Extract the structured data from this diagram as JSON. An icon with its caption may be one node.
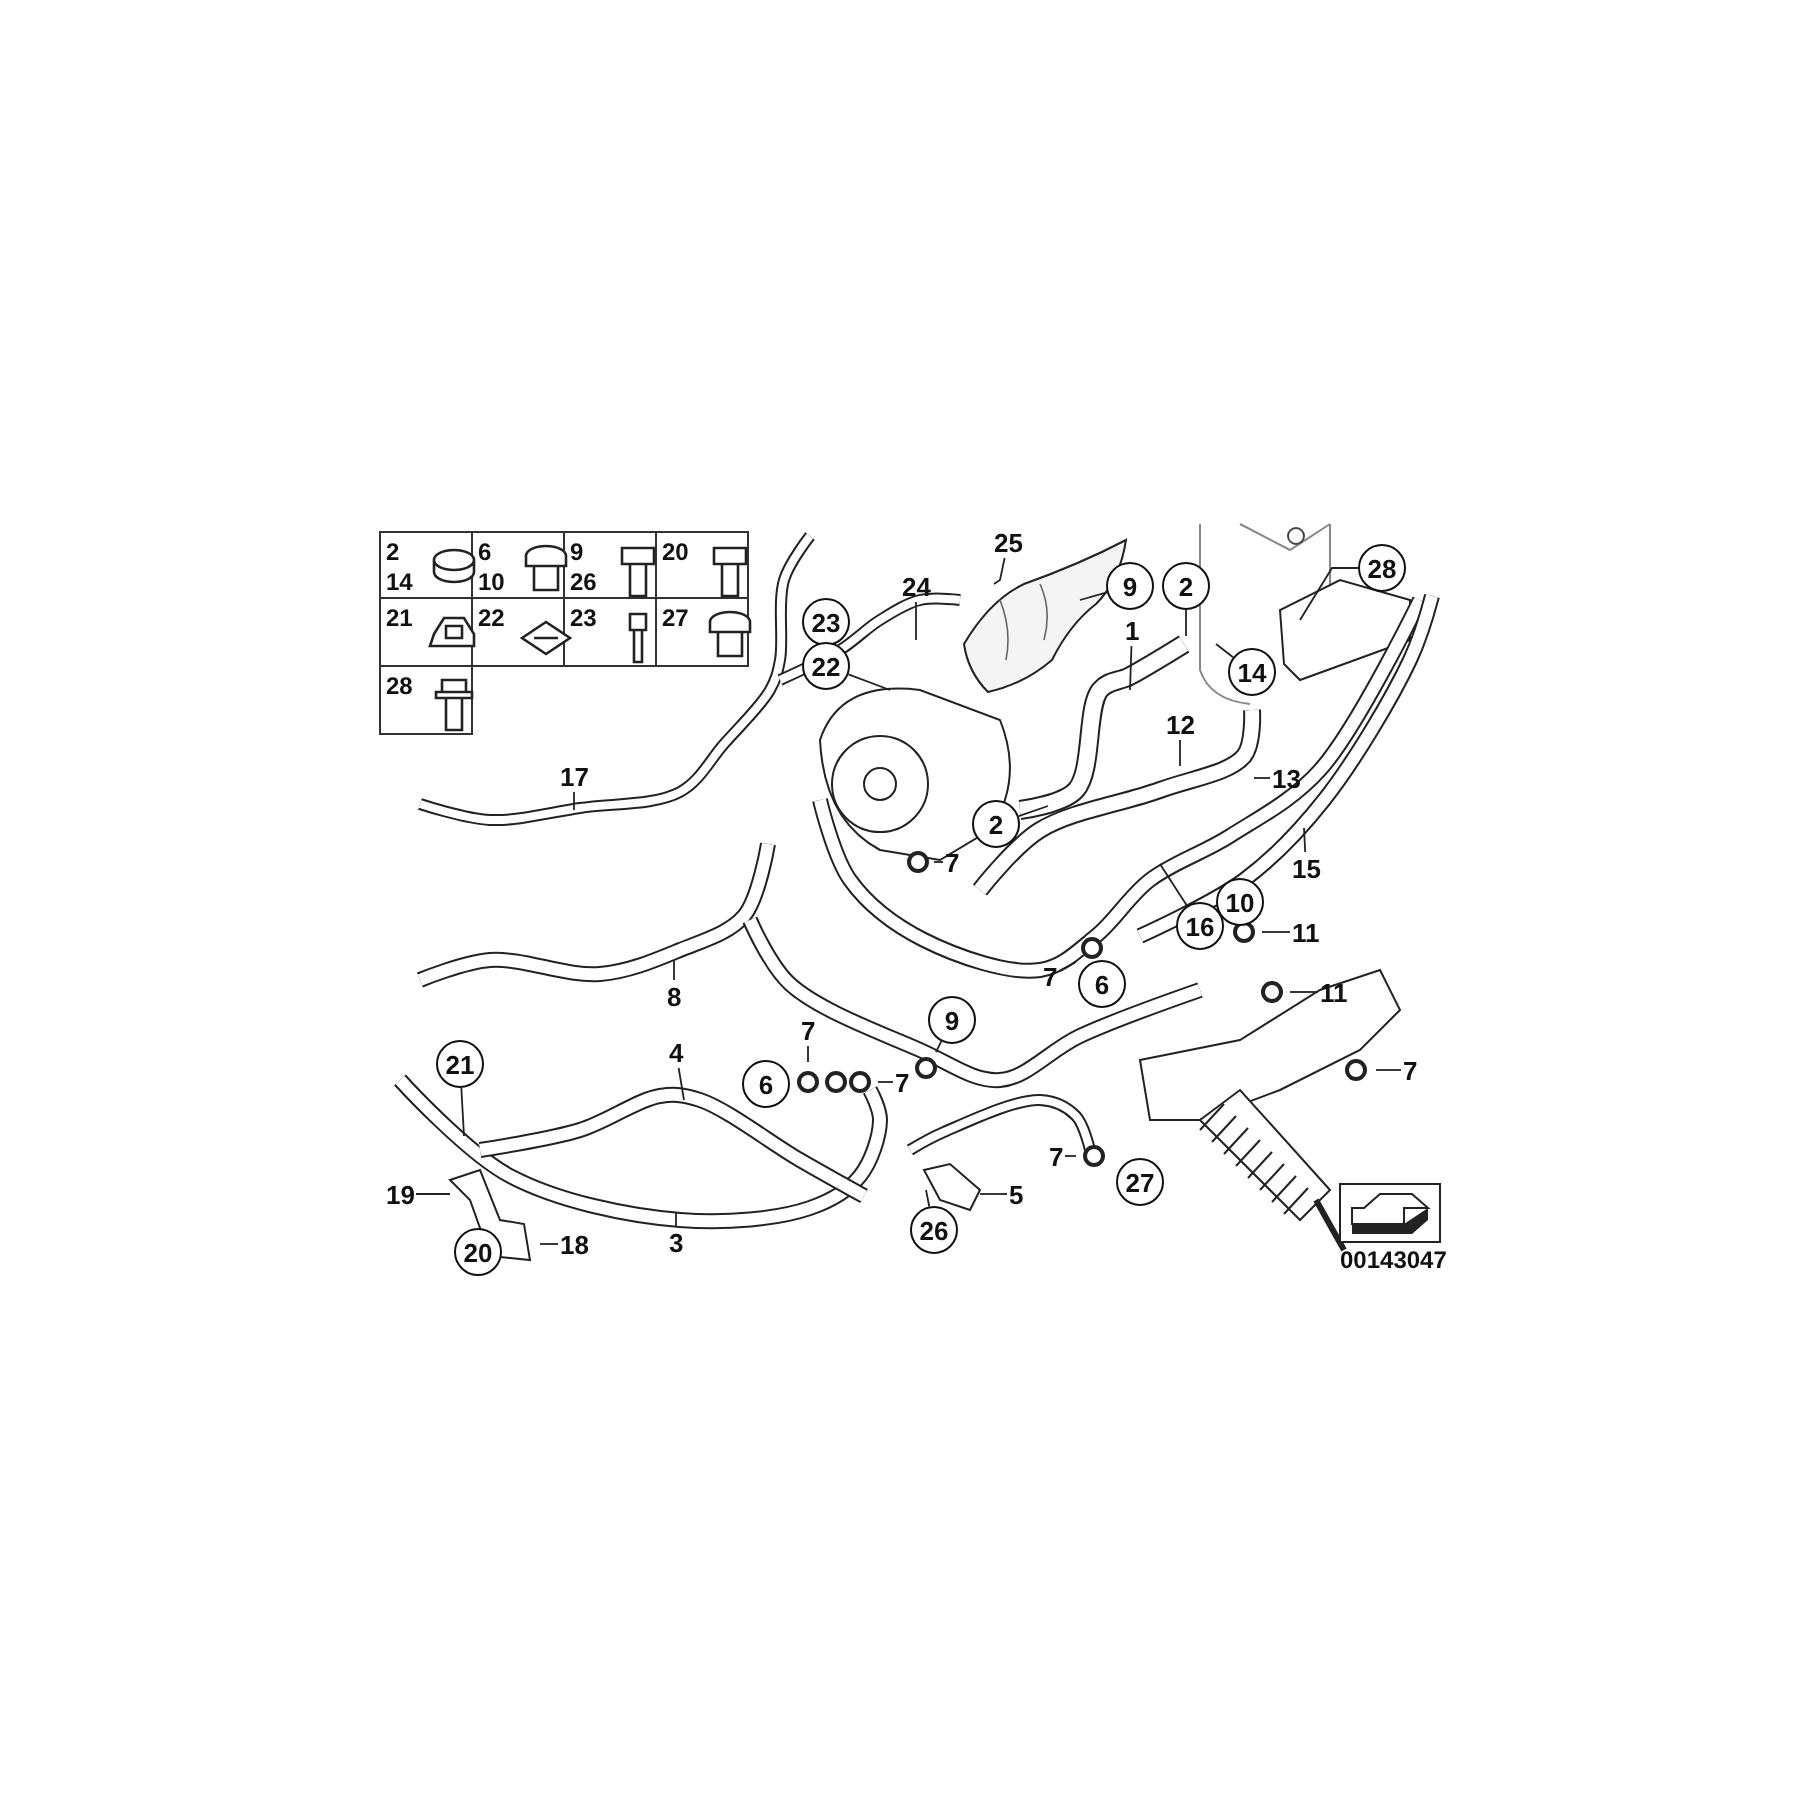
{
  "diagram": {
    "nodes": [
      {
        "text": [
          "25"
        ]
      },
      {
        "text": [
          "9"
        ]
      },
      {
        "text": [
          "2"
        ]
      },
      {
        "text": [
          "28"
        ]
      },
      {
        "text": [
          "24"
        ]
      },
      {
        "text": [
          "23"
        ]
      },
      {
        "text": [
          "22"
        ]
      },
      {
        "text": [
          "1"
        ]
      },
      {
        "text": [
          "14"
        ]
      },
      {
        "text": [
          "12"
        ]
      },
      {
        "text": [
          "13"
        ]
      },
      {
        "text": [
          "17"
        ]
      },
      {
        "text": [
          "2"
        ]
      },
      {
        "text": [
          "15"
        ]
      },
      {
        "text": [
          "7"
        ]
      },
      {
        "text": [
          "10"
        ]
      },
      {
        "text": [
          "16"
        ]
      },
      {
        "text": [
          "11"
        ]
      },
      {
        "text": [
          "7"
        ]
      },
      {
        "text": [
          "6"
        ]
      },
      {
        "text": [
          "8"
        ]
      },
      {
        "text": [
          "11"
        ]
      },
      {
        "text": [
          "9"
        ]
      },
      {
        "text": [
          "7"
        ]
      },
      {
        "text": [
          "7"
        ]
      },
      {
        "text": [
          "6"
        ]
      },
      {
        "text": [
          "4"
        ]
      },
      {
        "text": [
          "21"
        ]
      },
      {
        "text": [
          "7"
        ]
      },
      {
        "text": [
          "7"
        ]
      },
      {
        "text": [
          "27"
        ]
      },
      {
        "text": [
          "19"
        ]
      },
      {
        "text": [
          "5"
        ]
      },
      {
        "text": [
          "3"
        ]
      },
      {
        "text": [
          "20"
        ]
      },
      {
        "text": [
          "18"
        ]
      },
      {
        "text": [
          "26"
        ]
      }
    ],
    "edges": [
      {
        "from": 0,
        "to": null,
        "arrow": "none"
      },
      {
        "from": 1,
        "to": null,
        "arrow": "none"
      },
      {
        "from": 2,
        "to": null,
        "arrow": "none"
      },
      {
        "from": 3,
        "to": null,
        "arrow": "none"
      },
      {
        "from": 4,
        "to": null,
        "arrow": "none"
      },
      {
        "from": 6,
        "to": null,
        "arrow": "none"
      },
      {
        "from": 7,
        "to": null,
        "arrow": "none"
      },
      {
        "from": 8,
        "to": null,
        "arrow": "none"
      },
      {
        "from": 9,
        "to": null,
        "arrow": "none"
      },
      {
        "from": 10,
        "to": null,
        "arrow": "none"
      },
      {
        "from": 11,
        "to": null,
        "arrow": "none"
      },
      {
        "from": 12,
        "to": null,
        "arrow": "none"
      },
      {
        "from": 13,
        "to": null,
        "arrow": "none"
      },
      {
        "from": 14,
        "to": null,
        "arrow": "none"
      },
      {
        "from": 16,
        "to": null,
        "arrow": "none"
      },
      {
        "from": 17,
        "to": null,
        "arrow": "none"
      },
      {
        "from": 18,
        "to": null,
        "arrow": "none"
      },
      {
        "from": 20,
        "to": null,
        "arrow": "none"
      },
      {
        "from": 21,
        "to": null,
        "arrow": "none"
      },
      {
        "from": 22,
        "to": null,
        "arrow": "none"
      },
      {
        "from": 23,
        "to": null,
        "arrow": "none"
      },
      {
        "from": 24,
        "to": null,
        "arrow": "none"
      },
      {
        "from": 26,
        "to": null,
        "arrow": "none"
      },
      {
        "from": 27,
        "to": null,
        "arrow": "none"
      },
      {
        "from": 28,
        "to": null,
        "arrow": "none"
      },
      {
        "from": 29,
        "to": null,
        "arrow": "none"
      },
      {
        "from": 31,
        "to": null,
        "arrow": "none"
      },
      {
        "from": 32,
        "to": null,
        "arrow": "none"
      },
      {
        "from": 33,
        "to": null,
        "arrow": "none"
      },
      {
        "from": 35,
        "to": null,
        "arrow": "none"
      },
      {
        "from": 36,
        "to": null,
        "arrow": "none"
      }
    ],
    "labels": [
      "2",
      "14",
      "6",
      "10",
      "9",
      "26",
      "20",
      "21",
      "22",
      "23",
      "27",
      "28",
      "00143047"
    ]
  }
}
